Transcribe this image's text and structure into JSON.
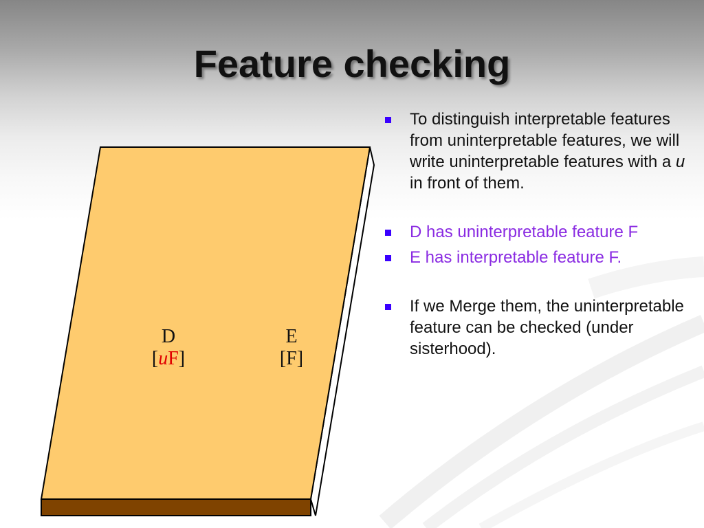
{
  "slide": {
    "title": "Feature checking"
  },
  "diagram": {
    "plane_fill": "#fecb6e",
    "plane_edge": "#7f4300",
    "nodes": [
      {
        "label": "D",
        "feature_prefix": "[",
        "feature_u": "u",
        "feature_name": "F",
        "feature_suffix": "]",
        "feature_color": "#e00000"
      },
      {
        "label": "E",
        "feature": "[F]"
      }
    ]
  },
  "bullets": [
    {
      "text_before": "To distinguish interpretable features from uninterpretable features, we will write uninterpretable features with a ",
      "text_italic": "u",
      "text_after": " in front of them."
    },
    {
      "text": "D has uninterpretable feature F",
      "color": "#8a2be2"
    },
    {
      "text": "E has interpretable feature F.",
      "color": "#8a2be2"
    },
    {
      "text": "If we Merge them, the uninterpretable feature can be checked (under sisterhood)."
    }
  ],
  "colors": {
    "bullet_marker": "#3a00ff",
    "title_text": "#111111"
  }
}
